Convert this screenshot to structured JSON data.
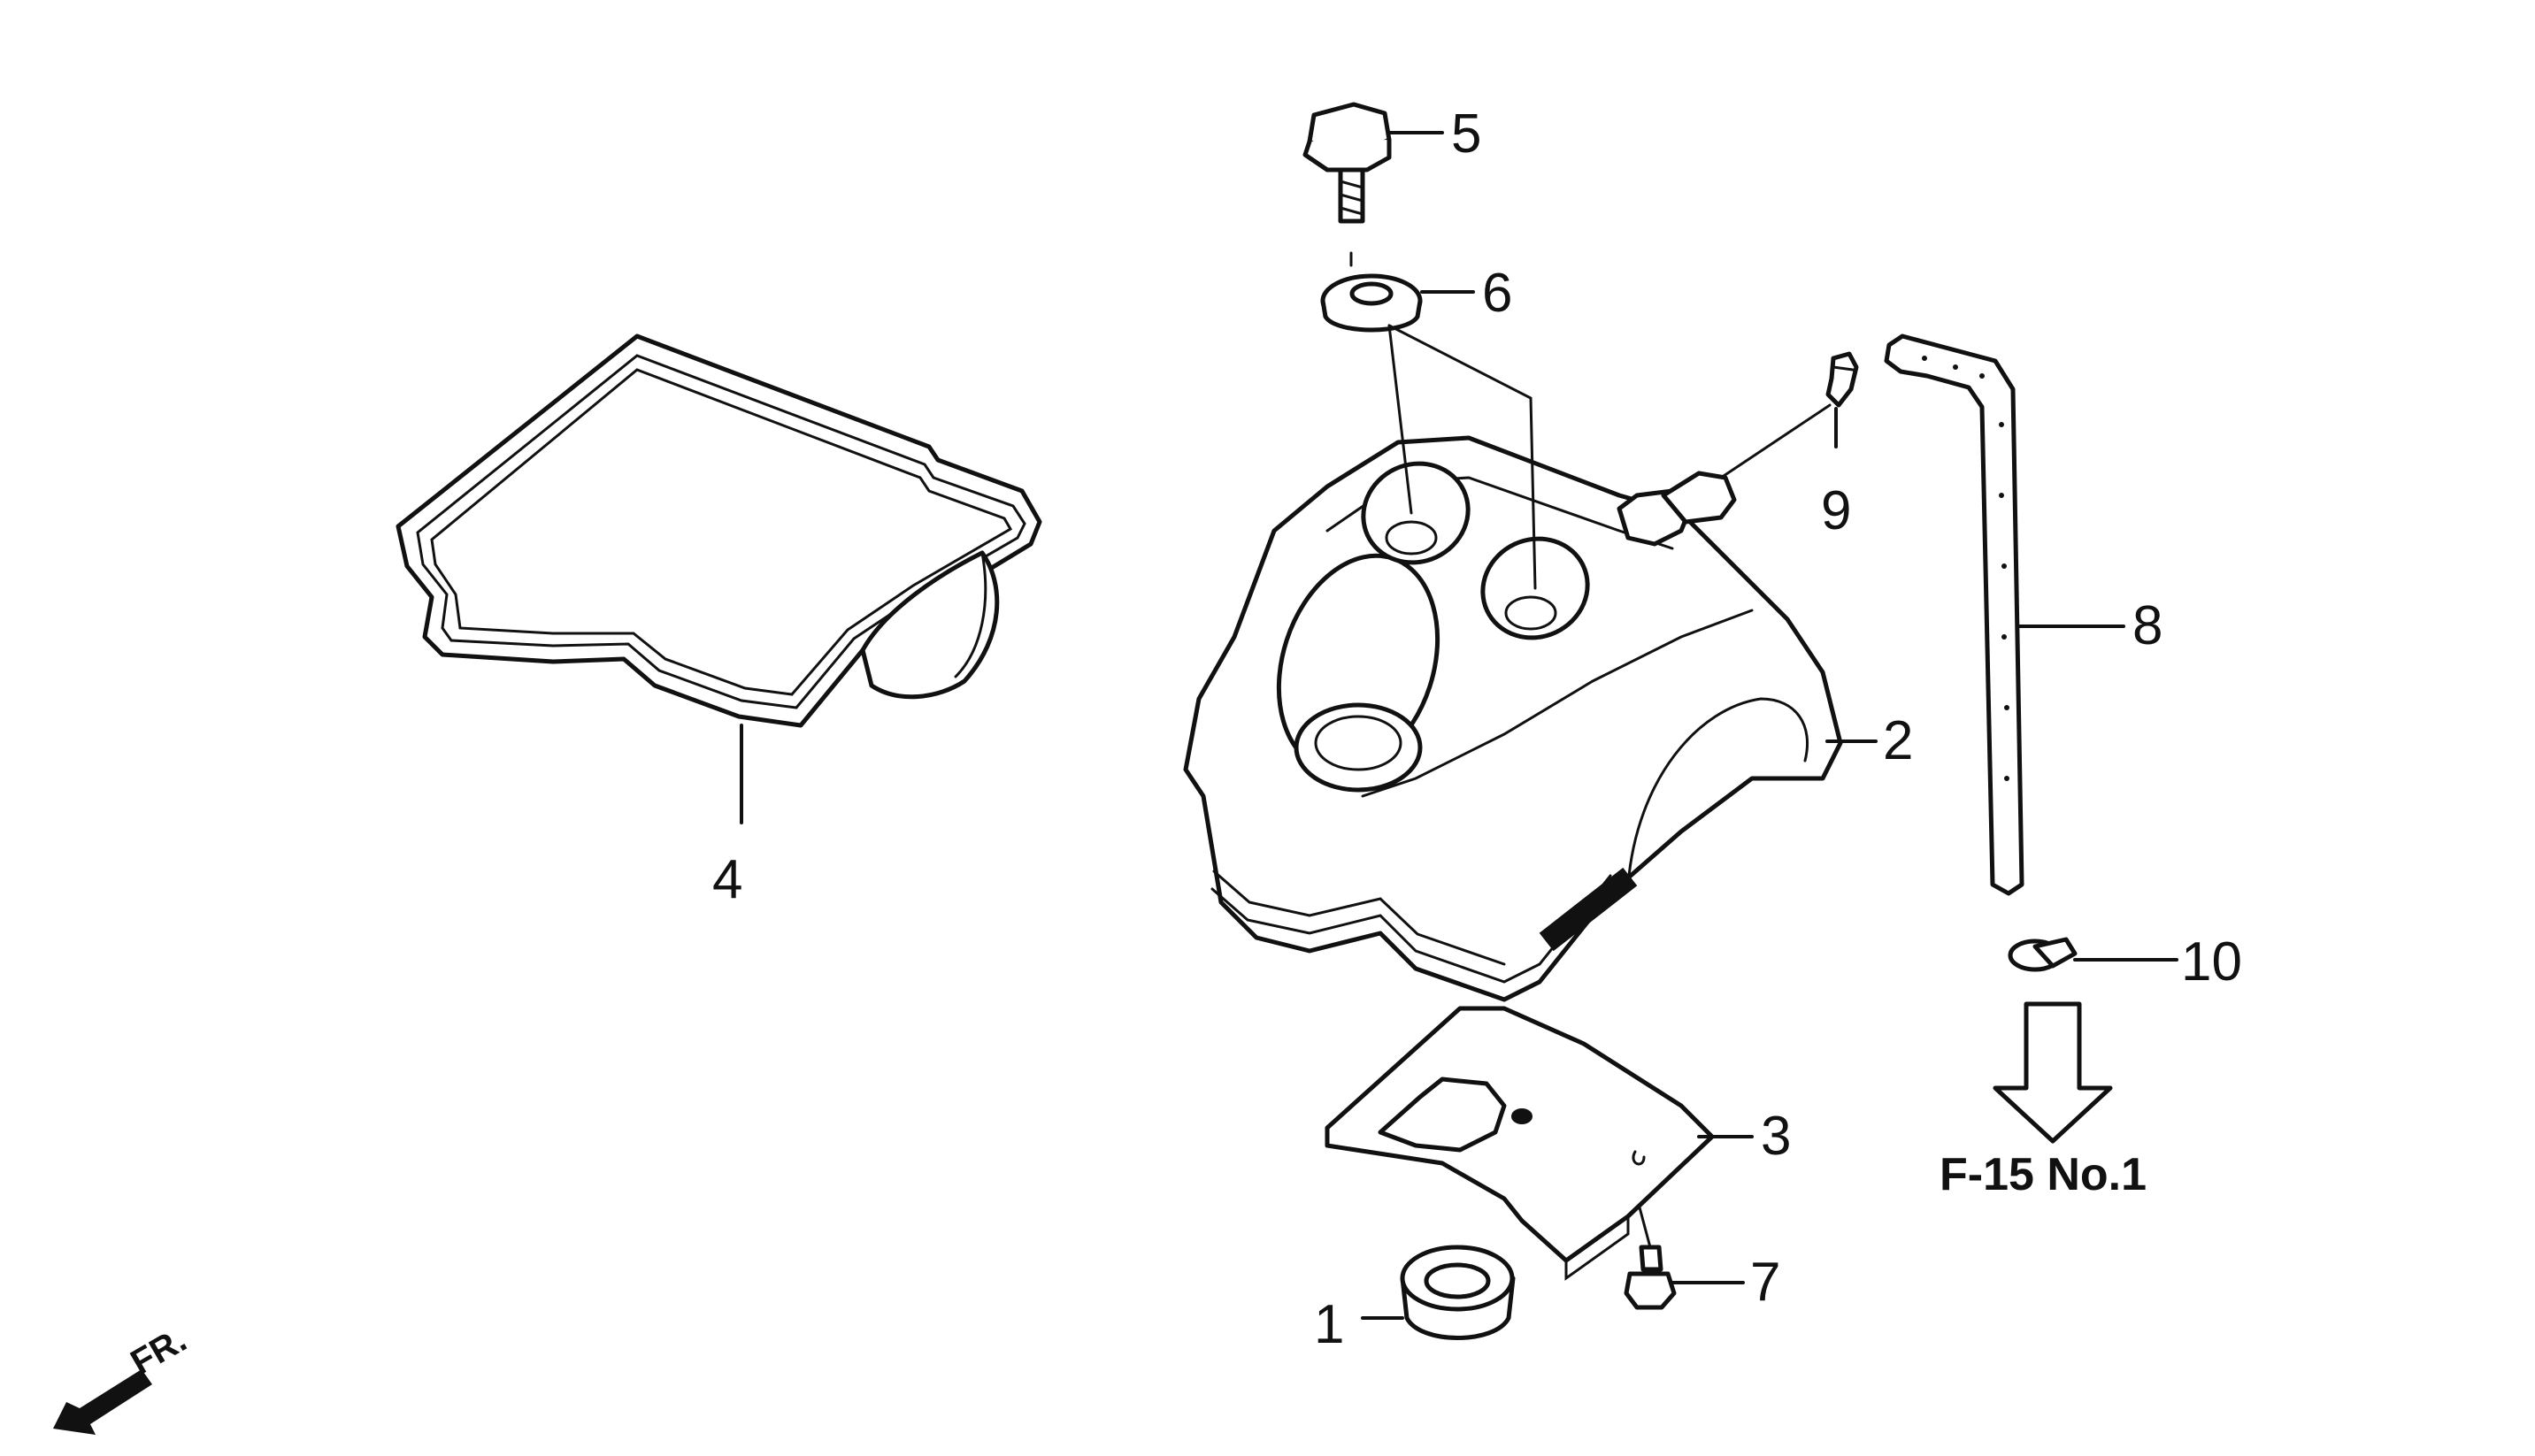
{
  "diagram": {
    "callouts": {
      "p1": "1",
      "p2": "2",
      "p3": "3",
      "p4": "4",
      "p5": "5",
      "p6": "6",
      "p7": "7",
      "p8": "8",
      "p9": "9",
      "p10": "10"
    },
    "reference": "F-15 No.1",
    "front_marker": "FR."
  }
}
